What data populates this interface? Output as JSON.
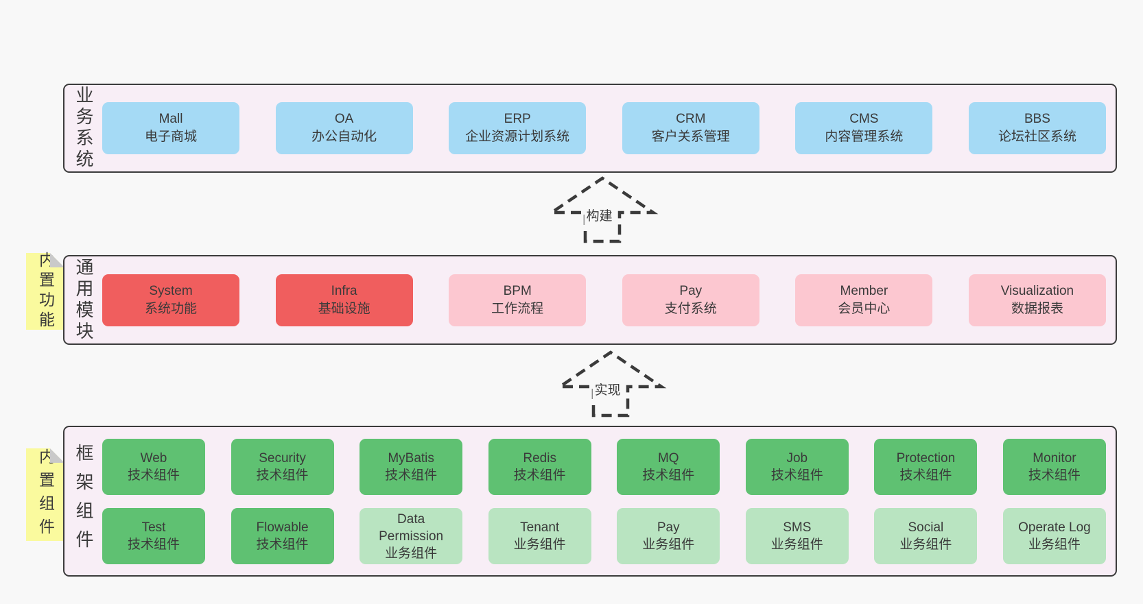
{
  "colors": {
    "pageBg": "#f8f8f8",
    "panelBg": "#f8eef6",
    "panelBorder": "#3b3b3b",
    "blue": "#a5daf5",
    "red": "#f05e5e",
    "pink": "#fcc7d0",
    "green": "#5fc172",
    "lightgreen": "#b9e4c1",
    "noteYellow": "#fafa9e",
    "noteFold": "#c9c9c9",
    "text": "#3a3a3a",
    "arrow": "#3b3b3b"
  },
  "layers": {
    "business": {
      "label": "业务系统",
      "boxes": [
        {
          "en": "Mall",
          "zh": "电子商城",
          "type": "blue"
        },
        {
          "en": "OA",
          "zh": "办公自动化",
          "type": "blue"
        },
        {
          "en": "ERP",
          "zh": "企业资源计划系统",
          "type": "blue"
        },
        {
          "en": "CRM",
          "zh": "客户关系管理",
          "type": "blue"
        },
        {
          "en": "CMS",
          "zh": "内容管理系统",
          "type": "blue"
        },
        {
          "en": "BBS",
          "zh": "论坛社区系统",
          "type": "blue"
        }
      ]
    },
    "modules": {
      "label": "通用模块",
      "note": "内置功能",
      "boxes": [
        {
          "en": "System",
          "zh": "系统功能",
          "type": "red"
        },
        {
          "en": "Infra",
          "zh": "基础设施",
          "type": "red"
        },
        {
          "en": "BPM",
          "zh": "工作流程",
          "type": "pink"
        },
        {
          "en": "Pay",
          "zh": "支付系统",
          "type": "pink"
        },
        {
          "en": "Member",
          "zh": "会员中心",
          "type": "pink"
        },
        {
          "en": "Visualization",
          "zh": "数据报表",
          "type": "pink"
        }
      ]
    },
    "components": {
      "label": "框架组件",
      "note": "内置组件",
      "row1": [
        {
          "en": "Web",
          "zh": "技术组件",
          "type": "green"
        },
        {
          "en": "Security",
          "zh": "技术组件",
          "type": "green"
        },
        {
          "en": "MyBatis",
          "zh": "技术组件",
          "type": "green"
        },
        {
          "en": "Redis",
          "zh": "技术组件",
          "type": "green"
        },
        {
          "en": "MQ",
          "zh": "技术组件",
          "type": "green"
        },
        {
          "en": "Job",
          "zh": "技术组件",
          "type": "green"
        },
        {
          "en": "Protection",
          "zh": "技术组件",
          "type": "green"
        },
        {
          "en": "Monitor",
          "zh": "技术组件",
          "type": "green"
        }
      ],
      "row2": [
        {
          "en": "Test",
          "zh": "技术组件",
          "type": "green"
        },
        {
          "en": "Flowable",
          "zh": "技术组件",
          "type": "green"
        },
        {
          "en": "Data Permission",
          "zh": "业务组件",
          "type": "lightgreen"
        },
        {
          "en": "Tenant",
          "zh": "业务组件",
          "type": "lightgreen"
        },
        {
          "en": "Pay",
          "zh": "业务组件",
          "type": "lightgreen"
        },
        {
          "en": "SMS",
          "zh": "业务组件",
          "type": "lightgreen"
        },
        {
          "en": "Social",
          "zh": "业务组件",
          "type": "lightgreen"
        },
        {
          "en": "Operate Log",
          "zh": "业务组件",
          "type": "lightgreen"
        }
      ]
    }
  },
  "arrows": {
    "build": {
      "label": "构建"
    },
    "implement": {
      "label": "实现"
    }
  }
}
